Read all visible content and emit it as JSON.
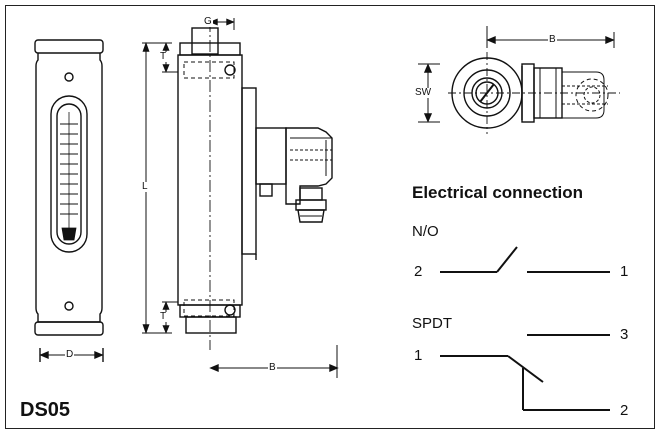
{
  "model": "DS05",
  "dimensions": {
    "g": "G",
    "t_top": "T",
    "l": "L",
    "t_bottom": "T",
    "d": "D",
    "b_side": "B",
    "b_plug": "B",
    "sw": "SW"
  },
  "electrical": {
    "heading": "Electrical connection",
    "no": {
      "label": "N/O",
      "left_terminal": "2",
      "right_terminal": "1"
    },
    "spdt": {
      "label": "SPDT",
      "left_terminal": "1",
      "upper_terminal": "3",
      "lower_terminal": "2"
    }
  }
}
